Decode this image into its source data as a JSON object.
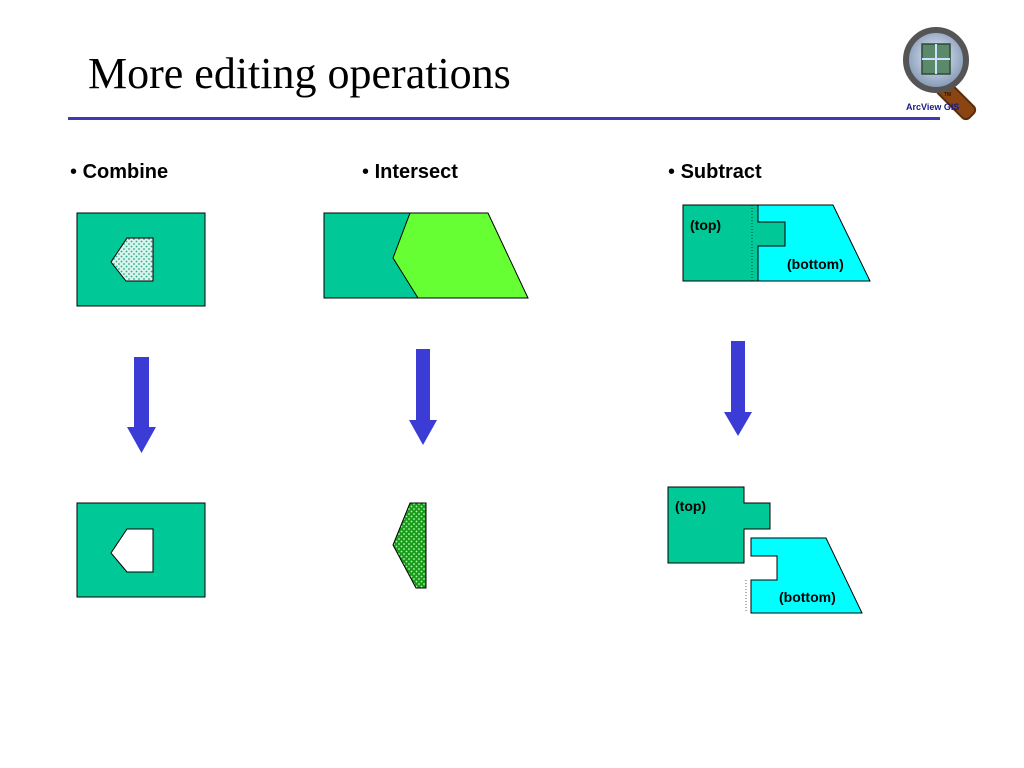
{
  "slide": {
    "title": "More editing operations",
    "logo_text": "ArcView GIS",
    "logo_tm": "TM"
  },
  "sections": [
    {
      "bullet": "•",
      "label": "Combine"
    },
    {
      "bullet": "•",
      "label": "Intersect"
    },
    {
      "bullet": "•",
      "label": "Subtract"
    }
  ],
  "subtract": {
    "top_label": "(top)",
    "bottom_label": "(bottom)"
  },
  "colors": {
    "teal": "#00c896",
    "lime": "#66ff33",
    "cyan": "#00ffff",
    "arrow": "#3b3bd6",
    "rule": "#3b3bb8",
    "dark_green": "#1a9a1a"
  }
}
